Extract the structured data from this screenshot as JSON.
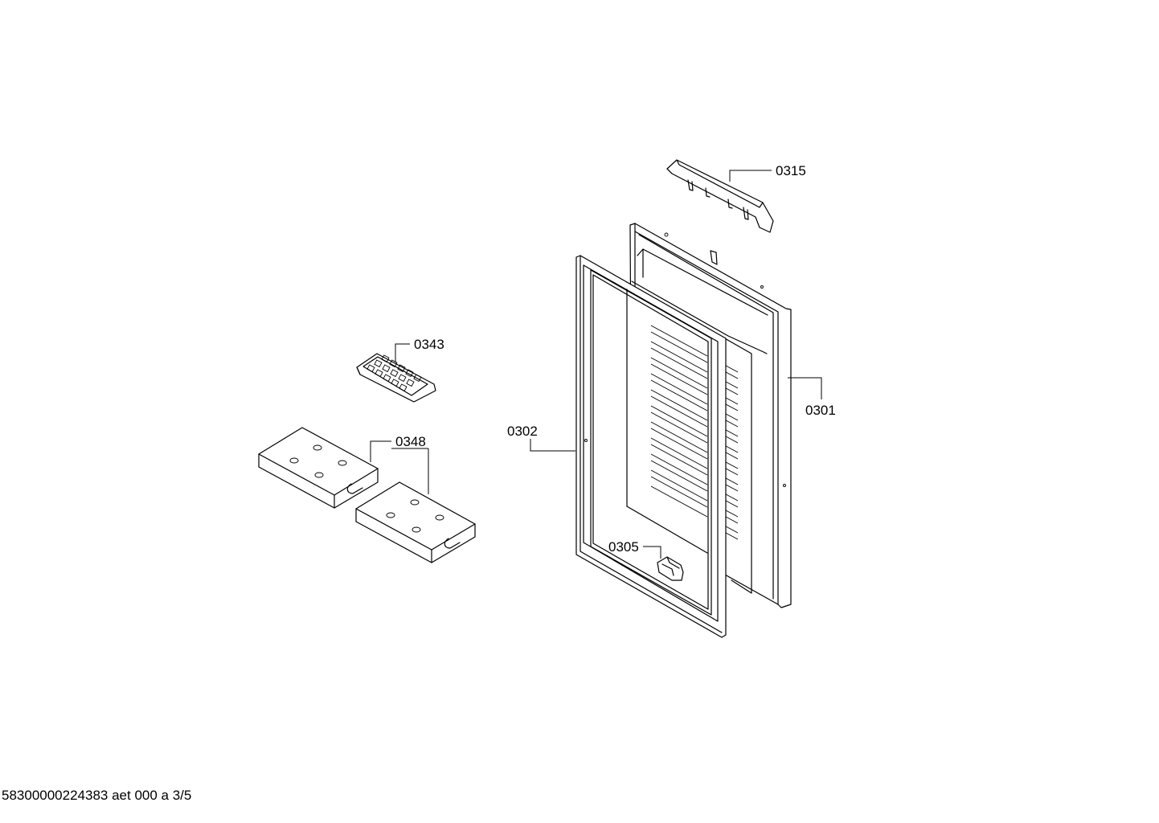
{
  "labels": {
    "p0315": "0315",
    "p0301": "0301",
    "p0302": "0302",
    "p0305": "0305",
    "p0343": "0343",
    "p0348": "0348"
  },
  "footer": "58300000224383 aet 000 a 3/5"
}
